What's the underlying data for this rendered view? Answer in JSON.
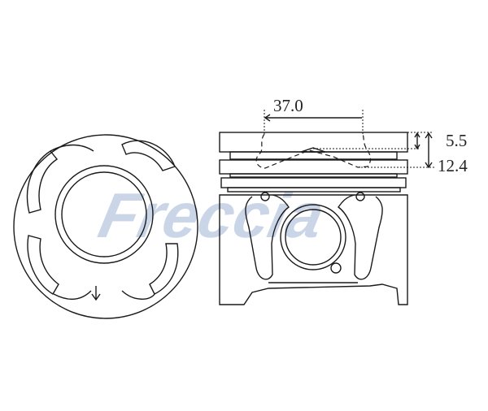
{
  "dimensions": {
    "bowl_diameter": "37.0",
    "top_ring_height": "5.5",
    "bowl_depth": "12.4"
  },
  "watermark": "Freccia",
  "colors": {
    "line": "#1a1a1a",
    "watermark": "#9fb5d6"
  }
}
